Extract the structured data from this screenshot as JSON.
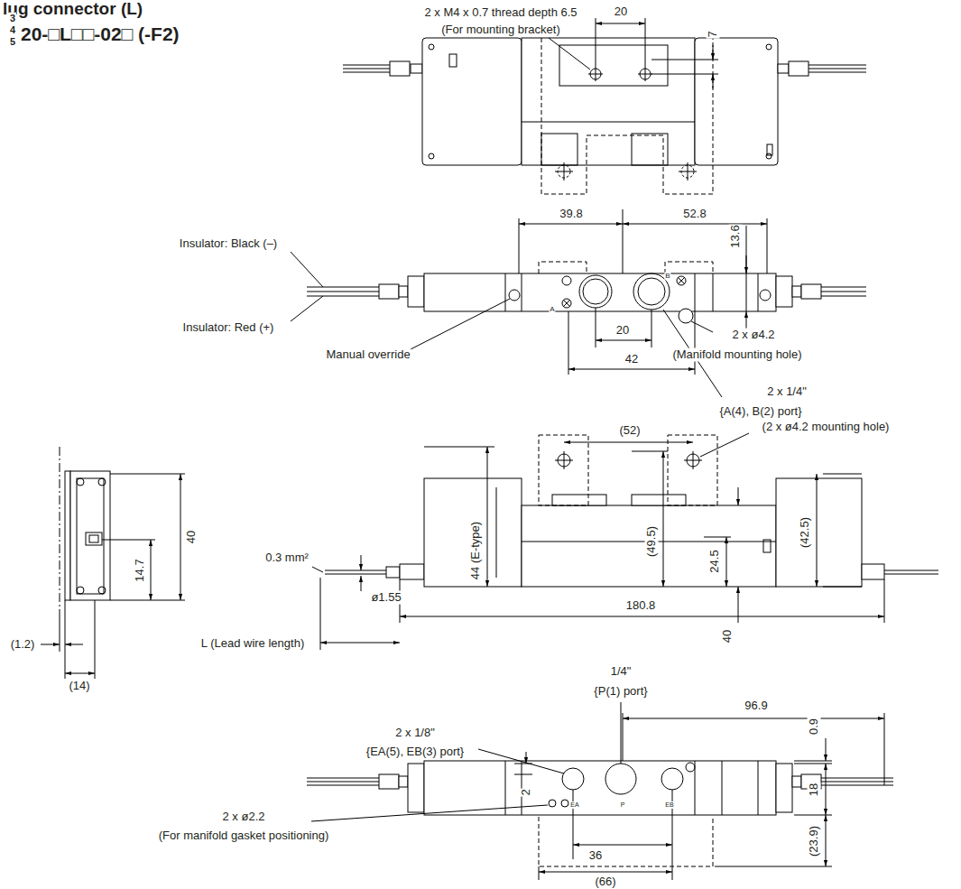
{
  "diagram": {
    "labels": [
      "lug connector (L)",
      "3",
      "4",
      "5",
      "20-□L□□-02□ (-F2)",
      "2 x M4 x 0.7 thread depth 6.5",
      "(For mounting bracket)",
      "20",
      "7",
      "39.8",
      "52.8",
      "13.6",
      "Insulator: Black (–)",
      "Insulator: Red (+)",
      "Manual override",
      "A",
      "B",
      "2 x ø4.2",
      "(Manifold mounting hole)",
      "20",
      "42",
      "2 x 1/4\"",
      "{A(4), B(2) port}",
      "(52)",
      "(2 x ø4.2 mounting hole)",
      "0.3 mm²",
      "ø1.55",
      "44 (E-type)",
      "(49.5)",
      "24.5",
      "(42.5)",
      "40",
      "14.7",
      "40",
      "(1.2)",
      "(14)",
      "L (Lead wire length)",
      "180.8",
      "1/4\"",
      "{P(1) port}",
      "96.9",
      "2 x 1/8\"",
      "{EA(5), EB(3) port}",
      "0.9",
      "EA",
      "P",
      "EB",
      "2",
      "18",
      "(23.9)",
      "36",
      "(66)",
      "2 x ø2.2",
      "(For manifold gasket positioning)"
    ]
  }
}
